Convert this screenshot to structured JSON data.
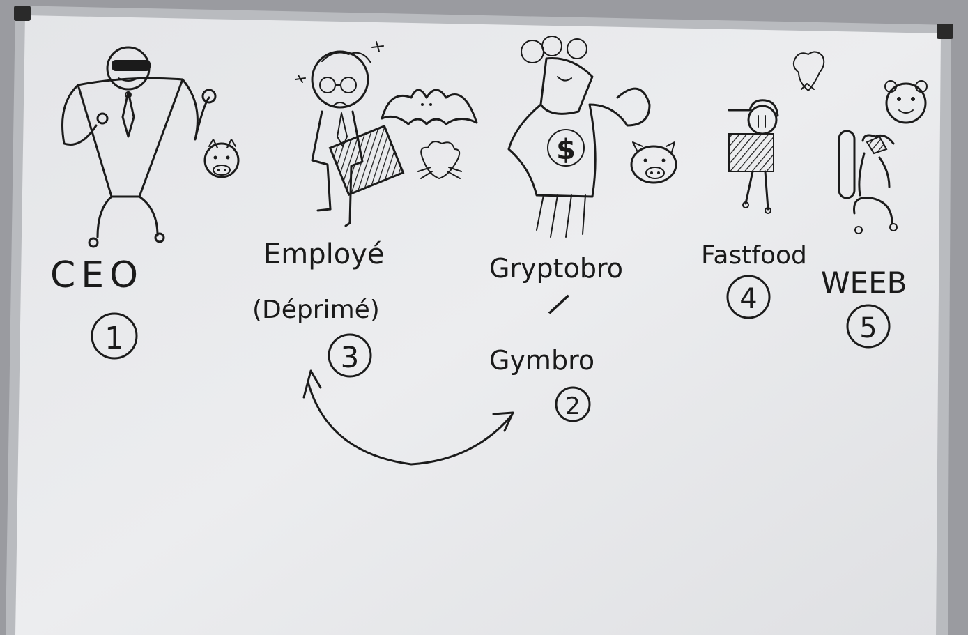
{
  "board": {
    "surface_color": "#e9eaec",
    "frame_color": "#a7a9ad",
    "ink_color": "#1b1b1b"
  },
  "characters": [
    {
      "label": "CEO",
      "number": "1",
      "icon": "suit-bodybuilder-icon",
      "animal": "pig-icon"
    },
    {
      "label": "Gryptobro",
      "label_alt": "Gymbro",
      "separator": "/",
      "number": "2",
      "icon": "dollar-muscle-icon",
      "animal": "pig-icon"
    },
    {
      "label": "Employé",
      "sublabel": "(Déprimé)",
      "number": "3",
      "icon": "depressed-employee-icon",
      "animal": "bat-icon",
      "animal2": "rat-icon"
    },
    {
      "label": "Fastfood",
      "number": "4",
      "icon": "fastfood-worker-icon",
      "animal": "rat-icon"
    },
    {
      "label": "WEEB",
      "number": "5",
      "icon": "weeb-icon",
      "animal": "bear-icon"
    }
  ]
}
